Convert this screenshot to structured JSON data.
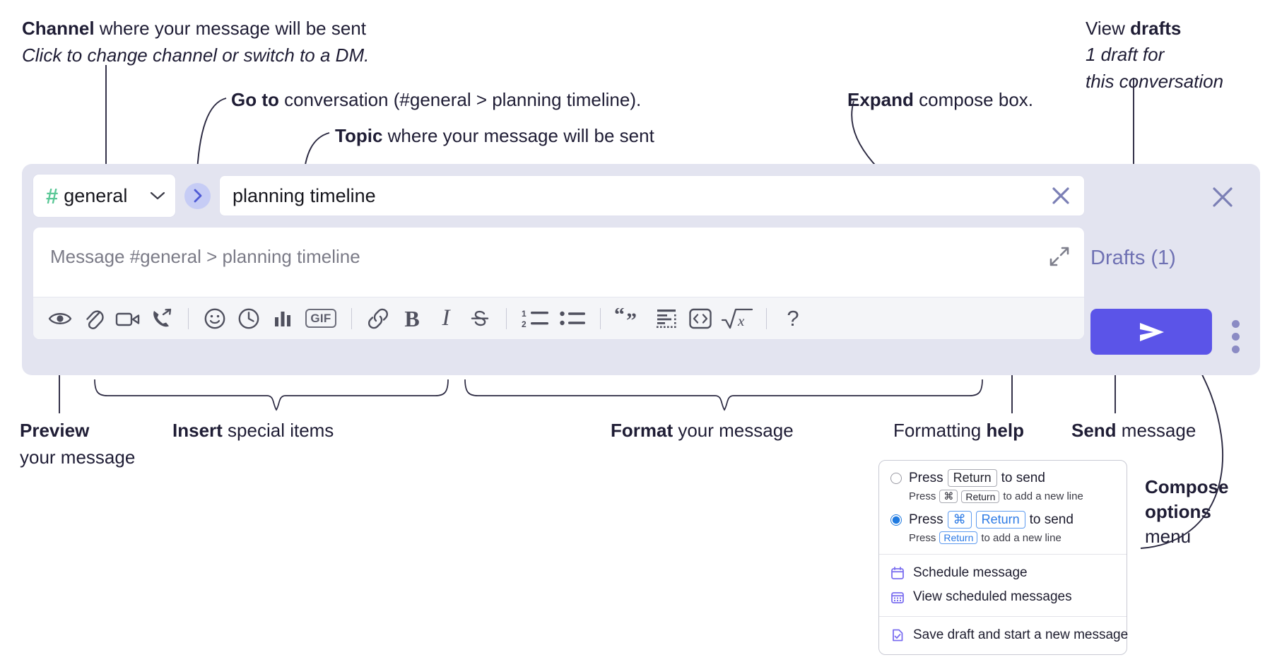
{
  "annotations": {
    "channel": {
      "line1_bold": "Channel",
      "line1_rest": " where your message will be sent",
      "line2_italic": "Click to change channel or switch to a DM."
    },
    "goto": {
      "bold": "Go to",
      "rest": " conversation (#general > planning timeline)."
    },
    "topic": {
      "bold": "Topic",
      "rest": " where your message will be sent"
    },
    "expand": {
      "bold": "Expand",
      "rest": " compose box."
    },
    "drafts": {
      "line1_rest": "View ",
      "line1_bold": "drafts",
      "line2_italic": "1 draft for",
      "line3_italic": "this conversation"
    },
    "preview": {
      "bold": "Preview",
      "rest": "your message"
    },
    "insert": {
      "bold": "Insert",
      "rest": " special items"
    },
    "format": {
      "bold": "Format",
      "rest": " your message"
    },
    "formatting_help": {
      "rest": "Formatting ",
      "bold": "help"
    },
    "send": {
      "bold": "Send",
      "rest": " message"
    },
    "compose_options": {
      "bold1": "Compose",
      "bold2": "options",
      "rest": "menu"
    }
  },
  "compose": {
    "channel": {
      "hash": "#",
      "name": "general",
      "chevron": "chevron-down-icon"
    },
    "go_to_conversation": "go-to-icon",
    "topic": {
      "value": "planning timeline",
      "clear": "close-icon"
    },
    "message": {
      "placeholder": "Message #general > planning timeline",
      "expand": "expand-icon"
    },
    "toolbar": [
      {
        "name": "preview-button",
        "icon": "eye-icon",
        "label": ""
      },
      {
        "name": "attach-button",
        "icon": "paperclip-icon",
        "label": ""
      },
      {
        "name": "video-button",
        "icon": "video-camera-icon",
        "label": ""
      },
      {
        "name": "huddle-button",
        "icon": "phone-forward-icon",
        "label": ""
      },
      {
        "name": "separator",
        "icon": "divider",
        "label": ""
      },
      {
        "name": "emoji-button",
        "icon": "smiley-icon",
        "label": ""
      },
      {
        "name": "schedule-button",
        "icon": "clock-icon",
        "label": ""
      },
      {
        "name": "poll-button",
        "icon": "bar-chart-icon",
        "label": ""
      },
      {
        "name": "gif-button",
        "icon": "gif-icon",
        "label": "GIF"
      },
      {
        "name": "separator",
        "icon": "divider",
        "label": ""
      },
      {
        "name": "link-button",
        "icon": "link-icon",
        "label": ""
      },
      {
        "name": "bold-button",
        "icon": "bold-icon",
        "label": "B"
      },
      {
        "name": "italic-button",
        "icon": "italic-icon",
        "label": "I"
      },
      {
        "name": "strikethrough-button",
        "icon": "strikethrough-icon",
        "label": "S"
      },
      {
        "name": "separator",
        "icon": "divider",
        "label": ""
      },
      {
        "name": "ordered-list-button",
        "icon": "ordered-list-icon",
        "label": ""
      },
      {
        "name": "bulleted-list-button",
        "icon": "bulleted-list-icon",
        "label": ""
      },
      {
        "name": "separator",
        "icon": "divider",
        "label": ""
      },
      {
        "name": "blockquote-button",
        "icon": "quote-icon",
        "label": ""
      },
      {
        "name": "code-button",
        "icon": "code-inline-icon",
        "label": ""
      },
      {
        "name": "code-block-button",
        "icon": "code-block-icon",
        "label": ""
      },
      {
        "name": "latex-button",
        "icon": "square-root-x-icon",
        "label": ""
      },
      {
        "name": "separator",
        "icon": "divider",
        "label": ""
      },
      {
        "name": "formatting-help-button",
        "icon": "question-mark-icon",
        "label": "?"
      }
    ],
    "right": {
      "close": "close-icon",
      "drafts_label": "Drafts (1)",
      "send": "send-plane-icon",
      "more": "kebab-menu-icon"
    }
  },
  "popup_menu": {
    "options": [
      {
        "selected": false,
        "main_pre": "Press",
        "main_keys": [
          "Return"
        ],
        "main_post": "to send",
        "sub_pre": "Press",
        "sub_keys": [
          "⌘",
          "Return"
        ],
        "sub_post": "to add a new line"
      },
      {
        "selected": true,
        "main_pre": "Press",
        "main_keys": [
          "⌘",
          "Return"
        ],
        "main_post": "to send",
        "sub_pre": "Press",
        "sub_keys": [
          "Return"
        ],
        "sub_post": "to add a new line"
      }
    ],
    "items_group_1": [
      {
        "icon": "calendar-clock-icon",
        "label": "Schedule message"
      },
      {
        "icon": "calendar-grid-icon",
        "label": "View scheduled messages"
      }
    ],
    "items_group_2": [
      {
        "icon": "document-check-icon",
        "label": "Save draft and start a new message"
      }
    ]
  },
  "colors": {
    "compose_bg": "#e3e4f0",
    "hash_green": "#5bc897",
    "go_btn_bg": "#c6ccf5",
    "go_btn_arrow": "#4f5bd5",
    "send_purple": "#5b54e8",
    "drafts_text": "#6f71b3",
    "annotation_text": "#1f1d35",
    "radio_blue": "#1f7ae0",
    "menu_icon_purple": "#7b6ef0"
  }
}
